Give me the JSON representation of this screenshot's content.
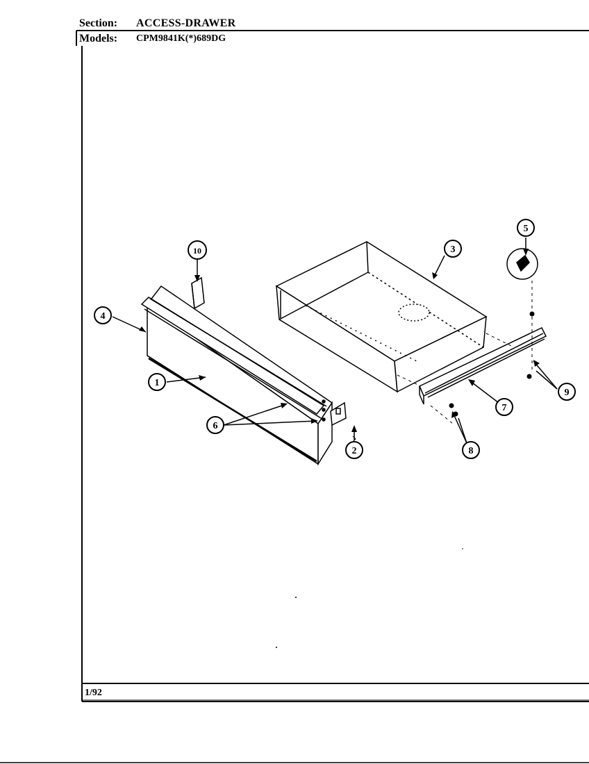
{
  "header": {
    "section_label": "Section:",
    "section_value": "ACCESS-DRAWER",
    "models_label": "Models:",
    "models_value": "CPM9841K(*)689DG"
  },
  "callouts": {
    "c1": "1",
    "c2": "2",
    "c3": "3",
    "c4": "4",
    "c5": "5",
    "c6": "6",
    "c7": "7",
    "c8": "8",
    "c9": "9",
    "c10": "10"
  },
  "footer": {
    "date": "1/92"
  }
}
